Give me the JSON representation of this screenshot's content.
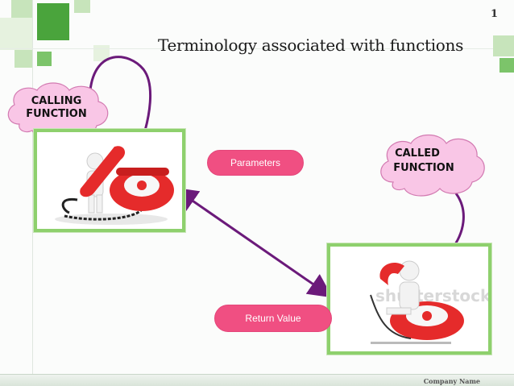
{
  "slide": {
    "title": "Terminology associated with functions",
    "page_number": "1",
    "footer_label": "Company Name"
  },
  "labels": {
    "calling_line1": "CALLING",
    "calling_line2": "FUNCTION",
    "called_line1": "CALLED",
    "called_line2": "FUNCTION",
    "parameters": "Parameters",
    "return_value": "Return Value"
  },
  "images": {
    "watermark": "shutterstock"
  },
  "colors": {
    "accent_green": "#8ed06d",
    "pill_pink": "#f04f82",
    "arrow_purple": "#6b1a7a",
    "cloud_pink": "#f9c6e6",
    "phone_red": "#e52b2b"
  }
}
